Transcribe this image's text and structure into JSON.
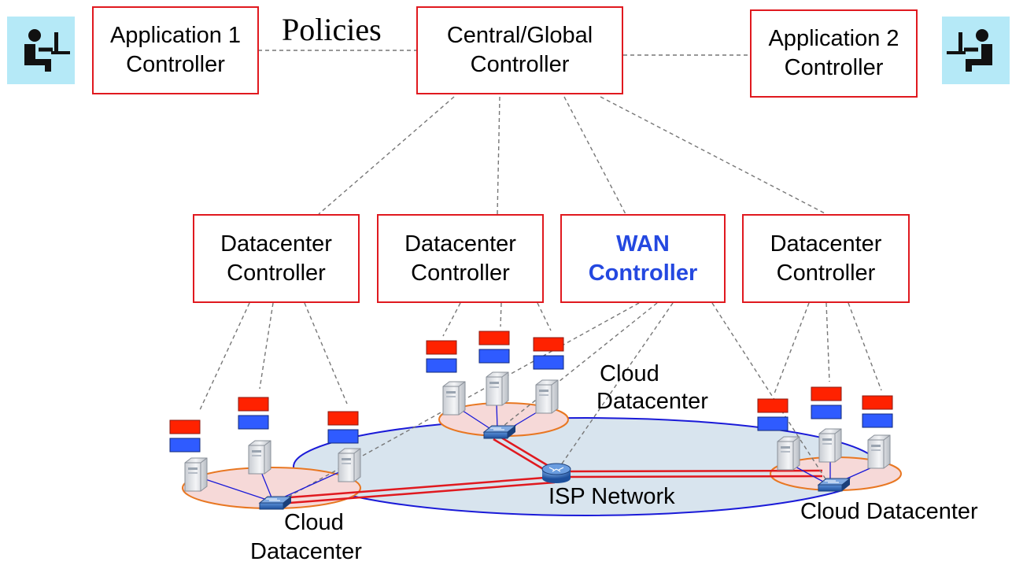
{
  "top": {
    "app1_controller": [
      "Application 1",
      "Controller"
    ],
    "central_controller": [
      "Central/Global",
      "Controller"
    ],
    "app2_controller": [
      "Application 2",
      "Controller"
    ],
    "policies_label": "Policies"
  },
  "middle": {
    "controllers": [
      {
        "lines": [
          "Datacenter",
          "Controller"
        ],
        "kind": "datacenter"
      },
      {
        "lines": [
          "Datacenter",
          "Controller"
        ],
        "kind": "datacenter"
      },
      {
        "lines": [
          "WAN",
          "Controller"
        ],
        "kind": "wan"
      },
      {
        "lines": [
          "Datacenter",
          "Controller"
        ],
        "kind": "datacenter"
      }
    ]
  },
  "network": {
    "isp_label": "ISP Network",
    "cloud_left_label": [
      "Cloud",
      "Datacenter"
    ],
    "cloud_middle_label": [
      "Cloud",
      "Datacenter"
    ],
    "cloud_right_label": "Cloud Datacenter"
  },
  "icons": {
    "left_user": "user-at-computer-icon",
    "right_user": "user-at-computer-icon",
    "server": "server-icon",
    "switch": "switch-icon",
    "router": "router-icon"
  },
  "colors": {
    "controller_border": "#e0191f",
    "wan_text": "#2448e0",
    "flow_table_top": "#ff2200",
    "flow_table_bottom": "#2f5bff",
    "isp_fill": "#d8e4ee",
    "isp_border": "#1a1ad8",
    "dc_fill": "#f6d9d8",
    "dc_border": "#e87722",
    "wan_link": "#e0191f",
    "icon_background": "#b5e9f7"
  }
}
